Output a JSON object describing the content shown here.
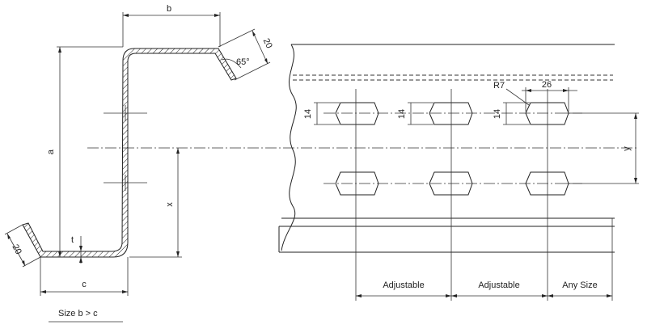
{
  "dimensions": {
    "b": "b",
    "a": "a",
    "c": "c",
    "t": "t",
    "x": "x",
    "y": "y",
    "lip_top": "20",
    "lip_bottom": "20",
    "angle": "65°",
    "radius": "R7",
    "slot_pitch": "26",
    "slot_height_1": "14",
    "slot_height_2": "14",
    "slot_height_3": "14"
  },
  "spacing_labels": [
    "Adjustable",
    "Adjustable",
    "Any Size"
  ],
  "note": "Size b > c",
  "colors": {
    "line": "#222222",
    "background": "#ffffff"
  }
}
